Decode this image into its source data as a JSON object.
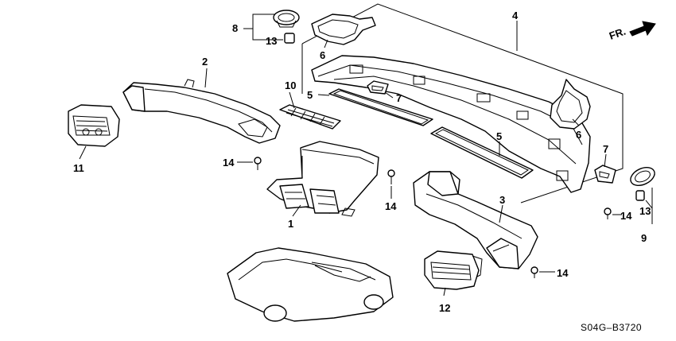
{
  "diagram": {
    "code": "S04G–B3720",
    "direction": "FR.",
    "callouts": {
      "c1": "1",
      "c2": "2",
      "c3": "3",
      "c4": "4",
      "c5a": "5",
      "c5b": "5",
      "c6a": "6",
      "c6b": "6",
      "c7a": "7",
      "c7b": "7",
      "c8": "8",
      "c9": "9",
      "c10": "10",
      "c11": "11",
      "c12": "12",
      "c13a": "13",
      "c13b": "13",
      "c14a": "14",
      "c14b": "14",
      "c14c": "14",
      "c14d": "14"
    },
    "icons": {
      "arrow": "forward-direction-arrow",
      "vehicle": "car-outline-icon"
    }
  }
}
